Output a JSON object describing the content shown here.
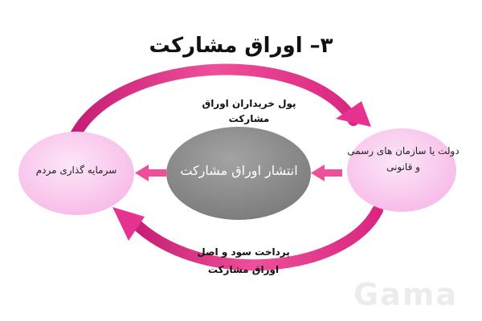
{
  "title": "۳– اوراق مشارکت",
  "flows": {
    "top_label": "پول خریداران اوراق مشارکت",
    "bottom_label": "پرداخت سود و اصل اوراق مشارکت"
  },
  "nodes": {
    "left": "سرمایه گذاری مردم",
    "center": "انتشار اوراق مشارکت",
    "right": "دولت یا سازمان های رسمی و قانونی"
  },
  "watermark": "Gama",
  "colors": {
    "arc": "#e6338f",
    "node_pink": "#fbcdf0",
    "node_gray": "#8a8a8a",
    "arrow_small": "#ef4f9a"
  }
}
